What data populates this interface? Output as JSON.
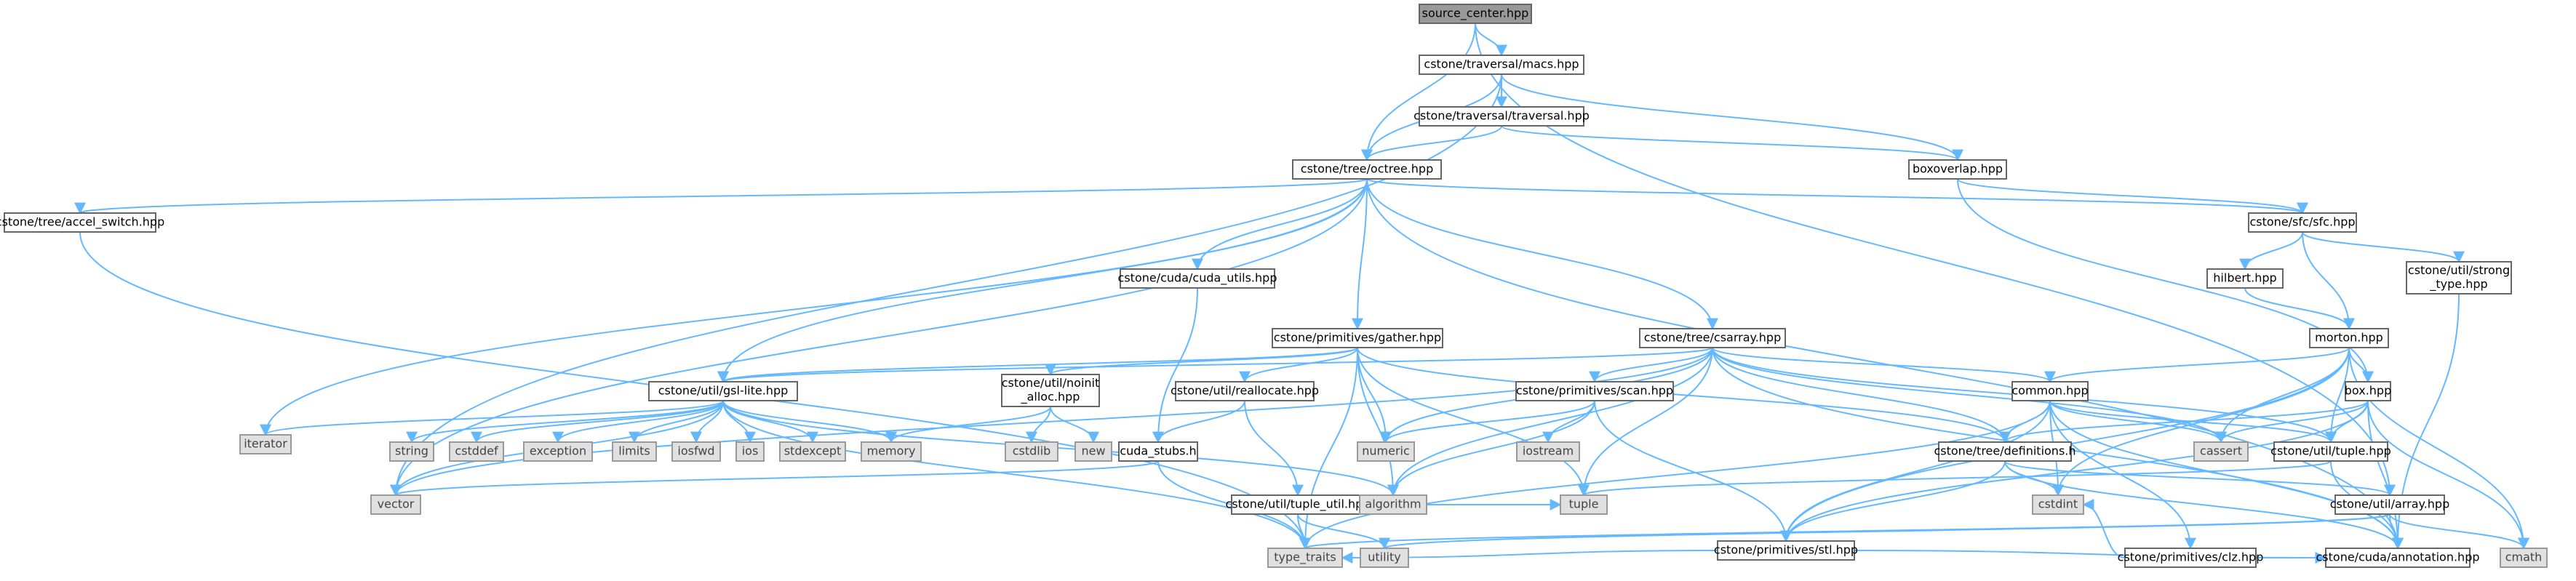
{
  "graph": {
    "title": "source_center.hpp",
    "colors": {
      "edge": "#63b8ff",
      "node_border": "#666666",
      "system_fill": "#e0e0e0",
      "root_fill": "#999999"
    },
    "nodes": [
      {
        "id": "root",
        "label": "source_center.hpp",
        "kind": "root"
      },
      {
        "id": "macs",
        "label": "cstone/traversal/macs.hpp"
      },
      {
        "id": "trav",
        "label": "cstone/traversal/traversal.hpp"
      },
      {
        "id": "octree",
        "label": "cstone/tree/octree.hpp"
      },
      {
        "id": "boxov",
        "label": "boxoverlap.hpp"
      },
      {
        "id": "accel",
        "label": "cstone/tree/accel_switch.hpp"
      },
      {
        "id": "sfc",
        "label": "cstone/sfc/sfc.hpp"
      },
      {
        "id": "cudautils",
        "label": "cstone/cuda/cuda_utils.hpp"
      },
      {
        "id": "hilbert",
        "label": "hilbert.hpp"
      },
      {
        "id": "strong",
        "label": "cstone/util/strong\n_type.hpp"
      },
      {
        "id": "gather",
        "label": "cstone/primitives/gather.hpp"
      },
      {
        "id": "csarray",
        "label": "cstone/tree/csarray.hpp"
      },
      {
        "id": "morton",
        "label": "morton.hpp"
      },
      {
        "id": "gsl",
        "label": "cstone/util/gsl-lite.hpp"
      },
      {
        "id": "noinit",
        "label": "cstone/util/noinit\n_alloc.hpp"
      },
      {
        "id": "realloc",
        "label": "cstone/util/reallocate.hpp"
      },
      {
        "id": "scan",
        "label": "cstone/primitives/scan.hpp"
      },
      {
        "id": "common",
        "label": "common.hpp"
      },
      {
        "id": "box",
        "label": "box.hpp"
      },
      {
        "id": "iterator",
        "label": "iterator",
        "kind": "sys"
      },
      {
        "id": "string",
        "label": "string",
        "kind": "sys"
      },
      {
        "id": "cstddef",
        "label": "cstddef",
        "kind": "sys"
      },
      {
        "id": "exception",
        "label": "exception",
        "kind": "sys"
      },
      {
        "id": "limits",
        "label": "limits",
        "kind": "sys"
      },
      {
        "id": "iosfwd",
        "label": "iosfwd",
        "kind": "sys"
      },
      {
        "id": "ios",
        "label": "ios",
        "kind": "sys"
      },
      {
        "id": "stdexcept",
        "label": "stdexcept",
        "kind": "sys"
      },
      {
        "id": "memory",
        "label": "memory",
        "kind": "sys"
      },
      {
        "id": "cstdlib",
        "label": "cstdlib",
        "kind": "sys"
      },
      {
        "id": "new",
        "label": "new",
        "kind": "sys"
      },
      {
        "id": "cudastubs",
        "label": "cuda_stubs.h"
      },
      {
        "id": "tupleutil",
        "label": "cstone/util/tuple_util.hpp"
      },
      {
        "id": "numeric",
        "label": "numeric",
        "kind": "sys"
      },
      {
        "id": "iostream",
        "label": "iostream",
        "kind": "sys"
      },
      {
        "id": "defs",
        "label": "cstone/tree/definitions.h"
      },
      {
        "id": "cassert",
        "label": "cassert",
        "kind": "sys"
      },
      {
        "id": "tuplehpp",
        "label": "cstone/util/tuple.hpp"
      },
      {
        "id": "vector",
        "label": "vector",
        "kind": "sys"
      },
      {
        "id": "algorithm",
        "label": "algorithm",
        "kind": "sys"
      },
      {
        "id": "tuple",
        "label": "tuple",
        "kind": "sys"
      },
      {
        "id": "stl",
        "label": "cstone/primitives/stl.hpp"
      },
      {
        "id": "cstdint",
        "label": "cstdint",
        "kind": "sys"
      },
      {
        "id": "clz",
        "label": "cstone/primitives/clz.hpp"
      },
      {
        "id": "array",
        "label": "cstone/util/array.hpp"
      },
      {
        "id": "typetraits",
        "label": "type_traits",
        "kind": "sys"
      },
      {
        "id": "utility",
        "label": "utility",
        "kind": "sys"
      },
      {
        "id": "annotation",
        "label": "cstone/cuda/annotation.hpp"
      },
      {
        "id": "cmath",
        "label": "cmath",
        "kind": "sys"
      }
    ],
    "edges": [
      [
        "root",
        "macs"
      ],
      [
        "root",
        "octree"
      ],
      [
        "root",
        "array"
      ],
      [
        "macs",
        "trav"
      ],
      [
        "macs",
        "octree"
      ],
      [
        "macs",
        "boxov"
      ],
      [
        "macs",
        "vector"
      ],
      [
        "trav",
        "octree"
      ],
      [
        "trav",
        "boxov"
      ],
      [
        "boxov",
        "sfc"
      ],
      [
        "boxov",
        "box"
      ],
      [
        "octree",
        "accel"
      ],
      [
        "octree",
        "sfc"
      ],
      [
        "octree",
        "cudautils"
      ],
      [
        "octree",
        "gather"
      ],
      [
        "octree",
        "csarray"
      ],
      [
        "octree",
        "gsl"
      ],
      [
        "octree",
        "iterator"
      ],
      [
        "octree",
        "vector"
      ],
      [
        "octree",
        "annotation"
      ],
      [
        "accel",
        "typetraits"
      ],
      [
        "sfc",
        "hilbert"
      ],
      [
        "sfc",
        "morton"
      ],
      [
        "sfc",
        "strong"
      ],
      [
        "strong",
        "annotation"
      ],
      [
        "hilbert",
        "morton"
      ],
      [
        "cudautils",
        "cudastubs"
      ],
      [
        "gather",
        "gsl"
      ],
      [
        "gather",
        "noinit"
      ],
      [
        "gather",
        "realloc"
      ],
      [
        "gather",
        "defs"
      ],
      [
        "gather",
        "numeric"
      ],
      [
        "gather",
        "algorithm"
      ],
      [
        "gather",
        "tuple"
      ],
      [
        "gather",
        "typetraits"
      ],
      [
        "csarray",
        "gsl"
      ],
      [
        "csarray",
        "scan"
      ],
      [
        "csarray",
        "common"
      ],
      [
        "csarray",
        "defs"
      ],
      [
        "csarray",
        "tuplehpp"
      ],
      [
        "csarray",
        "cassert"
      ],
      [
        "csarray",
        "numeric"
      ],
      [
        "csarray",
        "algorithm"
      ],
      [
        "csarray",
        "tuple"
      ],
      [
        "csarray",
        "vector"
      ],
      [
        "csarray",
        "annotation"
      ],
      [
        "morton",
        "common"
      ],
      [
        "morton",
        "box"
      ],
      [
        "morton",
        "cassert"
      ],
      [
        "morton",
        "tuplehpp"
      ],
      [
        "morton",
        "cstdint"
      ],
      [
        "morton",
        "stl"
      ],
      [
        "morton",
        "cmath"
      ],
      [
        "gsl",
        "iterator"
      ],
      [
        "gsl",
        "string"
      ],
      [
        "gsl",
        "cstddef"
      ],
      [
        "gsl",
        "exception"
      ],
      [
        "gsl",
        "limits"
      ],
      [
        "gsl",
        "iosfwd"
      ],
      [
        "gsl",
        "ios"
      ],
      [
        "gsl",
        "stdexcept"
      ],
      [
        "gsl",
        "memory"
      ],
      [
        "gsl",
        "vector"
      ],
      [
        "gsl",
        "algorithm"
      ],
      [
        "gsl",
        "typetraits"
      ],
      [
        "noinit",
        "memory"
      ],
      [
        "noinit",
        "cstdlib"
      ],
      [
        "noinit",
        "new"
      ],
      [
        "realloc",
        "cudastubs"
      ],
      [
        "realloc",
        "tupleutil"
      ],
      [
        "scan",
        "numeric"
      ],
      [
        "scan",
        "iostream"
      ],
      [
        "scan",
        "algorithm"
      ],
      [
        "scan",
        "stl"
      ],
      [
        "common",
        "defs"
      ],
      [
        "common",
        "cassert"
      ],
      [
        "common",
        "tuplehpp"
      ],
      [
        "common",
        "cstdint"
      ],
      [
        "common",
        "stl"
      ],
      [
        "common",
        "clz"
      ],
      [
        "common",
        "annotation"
      ],
      [
        "common",
        "typetraits"
      ],
      [
        "box",
        "defs"
      ],
      [
        "box",
        "cassert"
      ],
      [
        "box",
        "tuplehpp"
      ],
      [
        "box",
        "cmath"
      ],
      [
        "box",
        "annotation"
      ],
      [
        "box",
        "stl"
      ],
      [
        "cudastubs",
        "vector"
      ],
      [
        "cudastubs",
        "typetraits"
      ],
      [
        "tupleutil",
        "algorithm"
      ],
      [
        "tupleutil",
        "tuple"
      ],
      [
        "tupleutil",
        "utility"
      ],
      [
        "tupleutil",
        "typetraits"
      ],
      [
        "defs",
        "cstdint"
      ],
      [
        "defs",
        "stl"
      ],
      [
        "defs",
        "array"
      ],
      [
        "defs",
        "annotation"
      ],
      [
        "tuplehpp",
        "tuple"
      ],
      [
        "tuplehpp",
        "annotation"
      ],
      [
        "stl",
        "typetraits"
      ],
      [
        "stl",
        "annotation"
      ],
      [
        "clz",
        "annotation"
      ],
      [
        "clz",
        "cstdint"
      ],
      [
        "array",
        "annotation"
      ],
      [
        "array",
        "utility"
      ],
      [
        "array",
        "cmath"
      ],
      [
        "array",
        "typetraits"
      ]
    ]
  }
}
